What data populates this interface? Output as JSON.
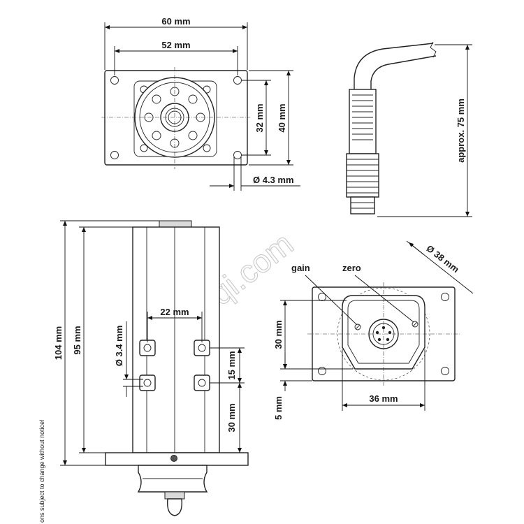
{
  "colors": {
    "line": "#222222",
    "watermark": "#c8c8c8",
    "background": "#ffffff"
  },
  "watermark": {
    "text": "uyiqi.com"
  },
  "side_note": {
    "text": "ons subject to change without notice!"
  },
  "top_view": {
    "width_outer": "60 mm",
    "width_inner": "52 mm",
    "height_inner": "32 mm",
    "height_outer": "40 mm",
    "hole_diameter": "Ø 4.3 mm"
  },
  "cable_view": {
    "length": "approx. 75 mm"
  },
  "side_view": {
    "total_height": "104 mm",
    "body_height": "95 mm",
    "hole_spacing": "22 mm",
    "hole_diameter": "Ø 3.4 mm",
    "hole_vertical_spacing": "15 mm",
    "hole_offset_bottom": "30 mm"
  },
  "rear_view": {
    "diameter": "Ø 38 mm",
    "gain_label": "gain",
    "zero_label": "zero",
    "height": "30 mm",
    "offset": "5 mm",
    "width": "36 mm"
  }
}
